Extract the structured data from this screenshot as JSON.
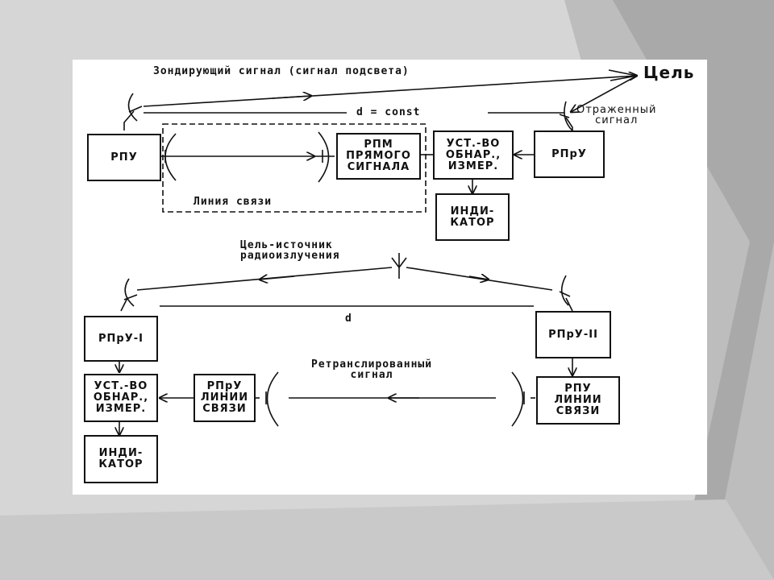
{
  "labels": {
    "probe_signal": "Зондирующий сигнал (сигнал подсвета)",
    "target": "Цель",
    "d_const": "d = const",
    "reflected_signal": "Отраженный\nсигнал",
    "link_line": "Линия связи",
    "source_target": "Цель-источник\nрадиоизлучения",
    "d": "d",
    "relayed_signal": "Ретранслированный\nсигнал"
  },
  "blocks_top": {
    "rpu": "РПУ",
    "rpm_direct": "РПМ\nПРЯМОГО\nСИГНАЛА",
    "detect_measure": "УСТ.-ВО\nОБНАР.,\nИЗМЕР.",
    "rpru": "РПрУ",
    "indicator": "ИНДИ-\nКАТОР"
  },
  "blocks_bottom": {
    "rpru_1": "РПрУ-I",
    "rpru_2": "РПрУ-II",
    "detect_measure": "УСТ.-ВО\nОБНАР.,\nИЗМЕР.",
    "rpru_link": "РПрУ\nЛИНИИ\nСВЯЗИ",
    "rpu_link": "РПУ\nЛИНИИ\nСВЯЗИ",
    "indicator": "ИНДИ-\nКАТОР"
  }
}
